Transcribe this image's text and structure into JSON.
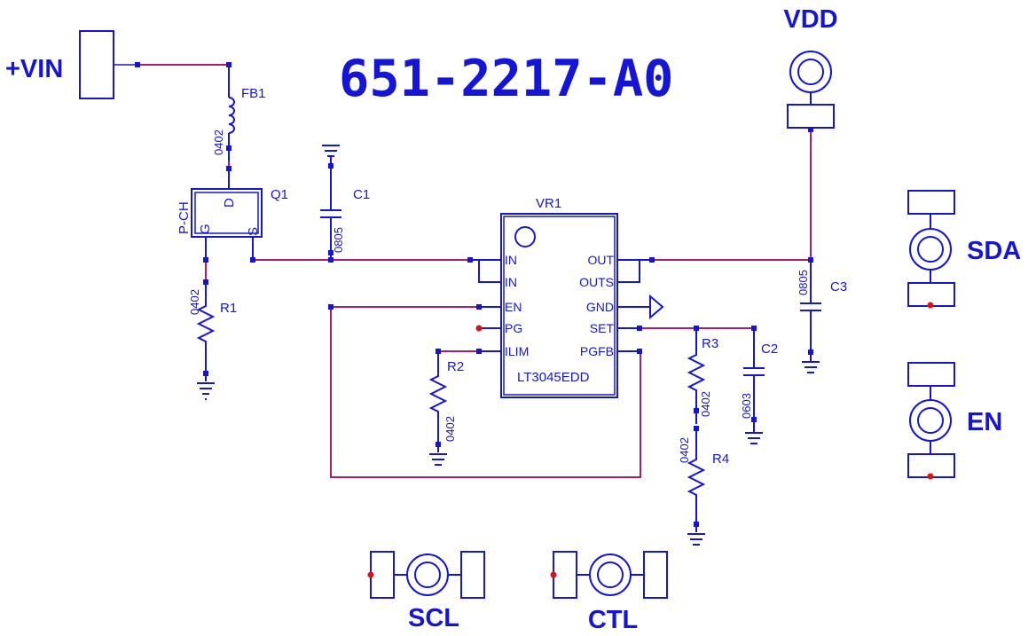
{
  "title": "651-2217-A0",
  "connectors": {
    "vin": "+VIN",
    "vdd": "VDD",
    "sda": "SDA",
    "en": "EN",
    "scl": "SCL",
    "ctl": "CTL"
  },
  "components": {
    "fb1": {
      "ref": "FB1",
      "package": "0402"
    },
    "q1": {
      "ref": "Q1",
      "type": "P-CH",
      "pin_d": "D",
      "pin_g": "G",
      "pin_s": "S"
    },
    "r1": {
      "ref": "R1",
      "package": "0402"
    },
    "c1": {
      "ref": "C1",
      "package": "0805"
    },
    "r2": {
      "ref": "R2",
      "package": "0402"
    },
    "r3": {
      "ref": "R3",
      "package": "0402"
    },
    "r4": {
      "ref": "R4",
      "package": "0402"
    },
    "c2": {
      "ref": "C2",
      "package": "0603"
    },
    "c3": {
      "ref": "C3",
      "package": "0805"
    },
    "vr1": {
      "ref": "VR1",
      "part": "LT3045EDD",
      "left_pins": [
        "IN",
        "IN",
        "EN",
        "PG",
        "ILIM"
      ],
      "right_pins": [
        "OUT",
        "OUTS",
        "GND",
        "SET",
        "PGFB"
      ]
    }
  },
  "colors": {
    "component": "#1515d6",
    "wire": "#aa1c72",
    "unconnected": "#e01010"
  }
}
